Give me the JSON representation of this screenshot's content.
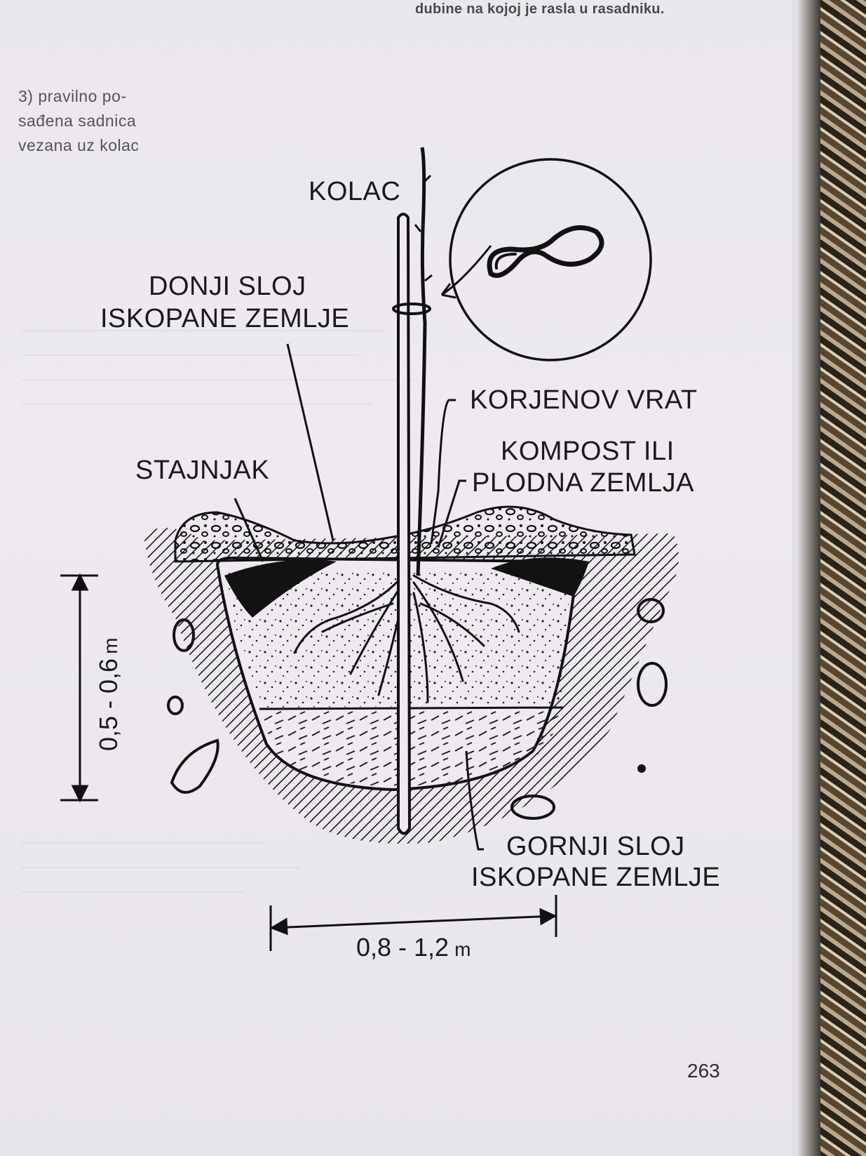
{
  "top_fragment": "dubine na kojoj je rasla u rasadniku.",
  "caption_lines": [
    "3) pravilno po-",
    "sađena sadnica",
    "vezana uz kolac"
  ],
  "labels": {
    "kolac": "KOLAC",
    "donji_sloj_1": "DONJI SLOJ",
    "donji_sloj_2": "ISKOPANE ZEMLJE",
    "korjenov_vrat": "KORJENOV VRAT",
    "kompost_1": "KOMPOST ILI",
    "kompost_2": "PLODNA ZEMLJA",
    "stajnjak": "STAJNJAK",
    "gornji_sloj_1": "GORNJI SLOJ",
    "gornji_sloj_2": "ISKOPANE ZEMLJE"
  },
  "dimensions": {
    "depth_value": "0,5 - 0,6",
    "depth_unit": "m",
    "width_value": "0,8 - 1,2",
    "width_unit": "m"
  },
  "page_number": "263",
  "icons": [
    "figure-eight-tie-icon",
    "arrow-icon"
  ]
}
